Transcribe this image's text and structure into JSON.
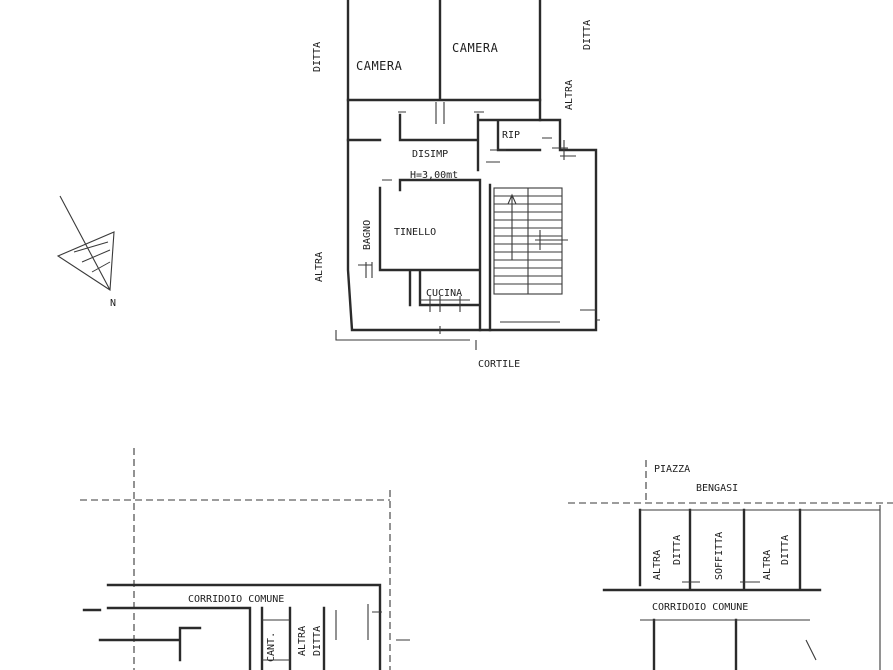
{
  "upper_plan": {
    "rooms": {
      "camera_left": "CAMERA",
      "camera_right": "CAMERA",
      "rip": "RIP",
      "disimp": "DISIMP",
      "height_note": "H=3,00mt",
      "bagno": "BAGNO",
      "tinello": "TINELLO",
      "cucina": "CUCINA"
    },
    "surroundings": {
      "ditta_left": "DITTA",
      "altra_ditta_a": "ALTRA",
      "altra_ditta_b": "DITTA",
      "altra_left": "ALTRA",
      "cortile": "CORTILE"
    }
  },
  "north_arrow": {
    "label": "N"
  },
  "lower_left_plan": {
    "corridor": "CORRIDOIO COMUNE",
    "cant": "CANT.",
    "altra": "ALTRA",
    "ditta": "DITTA"
  },
  "lower_right_plan": {
    "piazza": "PIAZZA",
    "bengasi": "BENGASI",
    "altra_1": "ALTRA",
    "ditta_1": "DITTA",
    "soffitta": "SOFFITTA",
    "altra_2": "ALTRA",
    "ditta_2": "DITTA",
    "corridor": "CORRIDOIO COMUNE"
  }
}
